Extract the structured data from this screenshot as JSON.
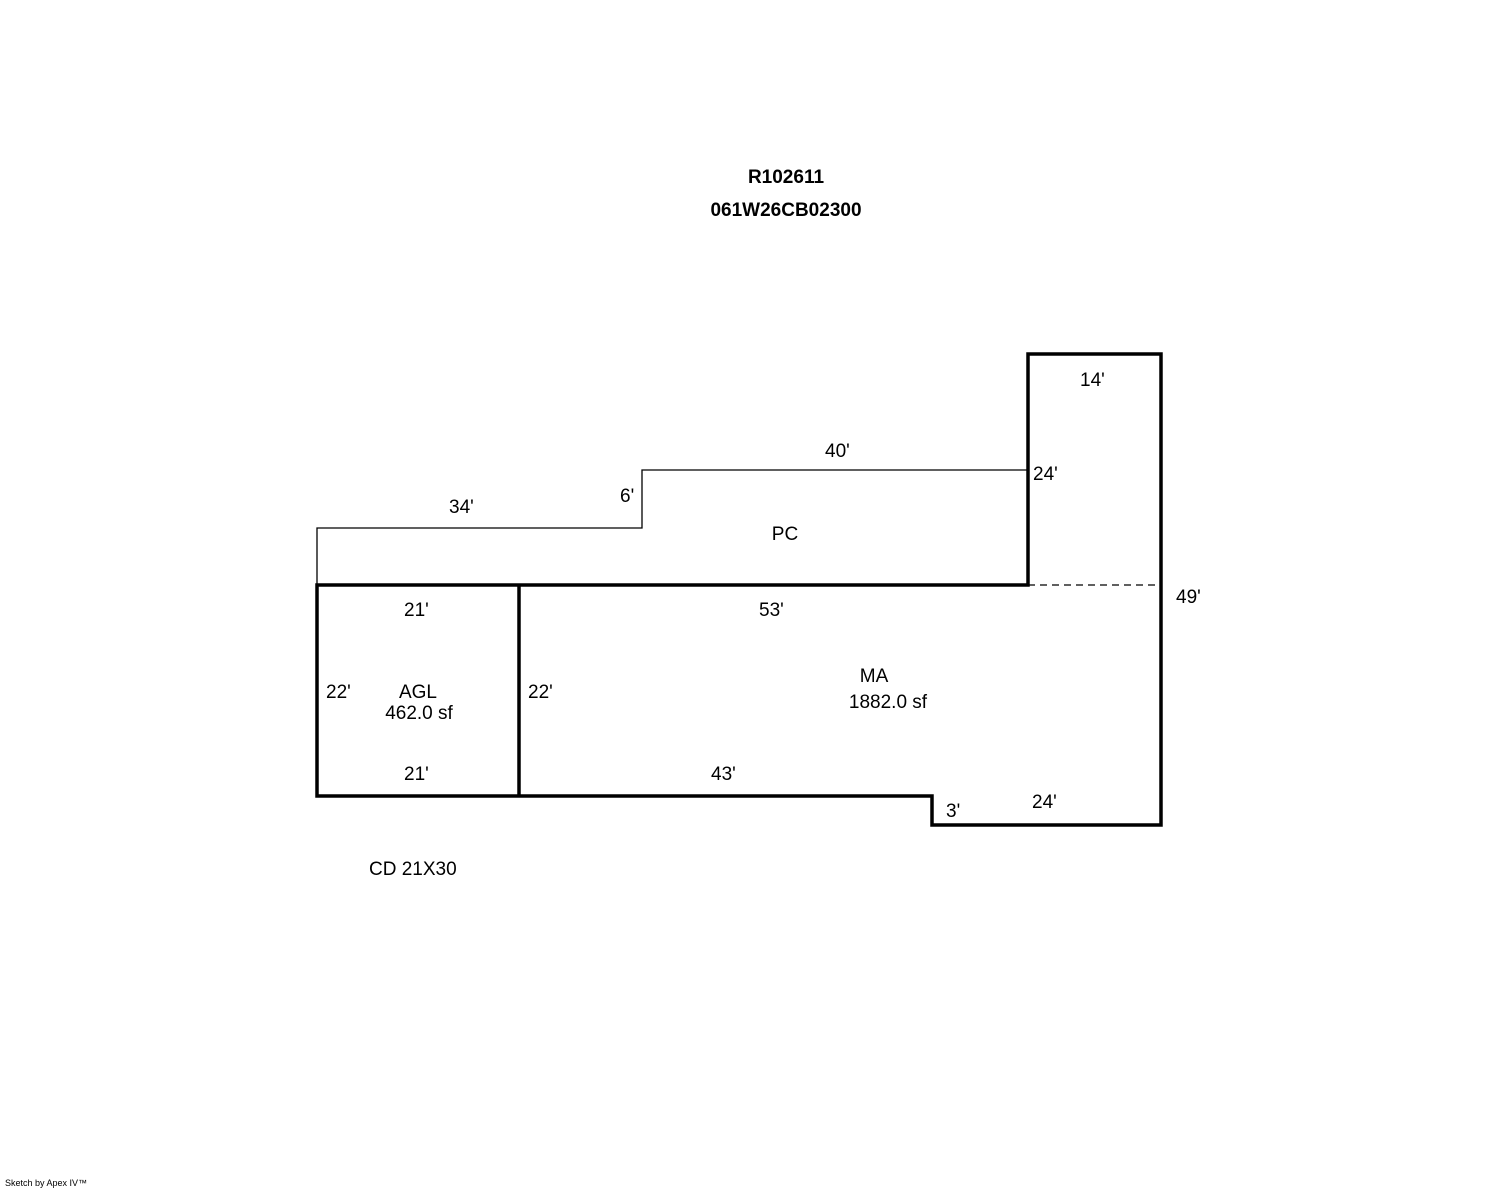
{
  "header": {
    "parcel_id": "R102611",
    "map_number": "061W26CB02300"
  },
  "areas": {
    "pc": {
      "code": "PC"
    },
    "agl": {
      "code": "AGL",
      "area": "462.0 sf"
    },
    "ma": {
      "code": "MA",
      "area": "1882.0 sf"
    }
  },
  "dimensions": {
    "pc_left_top": "34'",
    "pc_step": "6'",
    "pc_right_top": "40'",
    "pc_height": "24'",
    "ell_top": "14'",
    "ma_right": "49'",
    "agl_top": "21'",
    "agl_left": "22'",
    "agl_bottom": "21'",
    "ma_left": "22'",
    "ma_top": "53'",
    "ma_bottom": "43'",
    "ma_jog": "3'",
    "ma_bottom_right": "24'"
  },
  "notes": {
    "cd": "CD 21X30"
  },
  "footer": {
    "credit": "Sketch by Apex IV™"
  },
  "colors": {
    "line": "#000000",
    "background": "#ffffff"
  }
}
